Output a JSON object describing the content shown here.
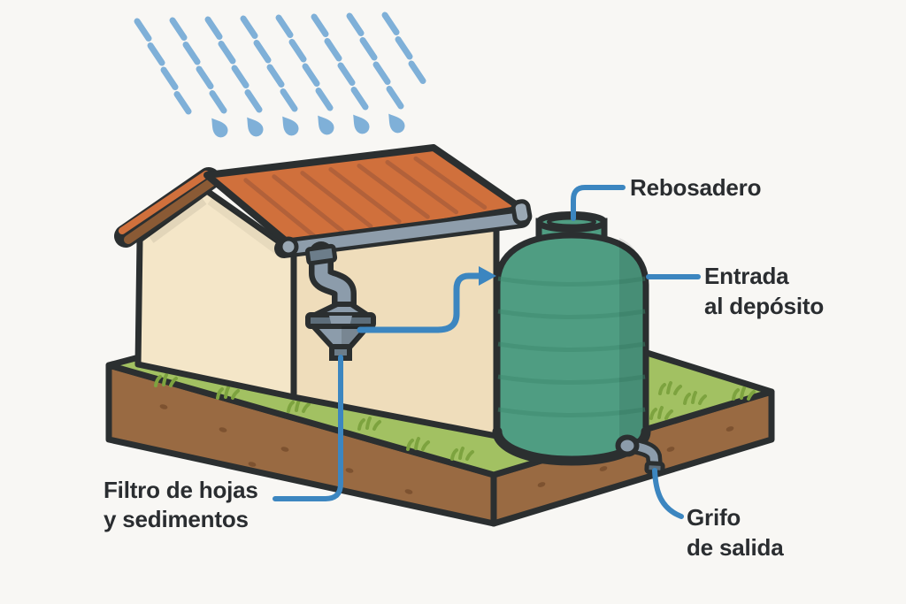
{
  "diagram": {
    "background": "#f8f7f4",
    "labels": {
      "overflow": {
        "text": "Rebosadero"
      },
      "inlet": {
        "line1": "Entrada",
        "line2": "al depósito"
      },
      "filter": {
        "line1": "Filtro de hojas",
        "line2": "y sedimentos"
      },
      "tap": {
        "line1": "Grifo",
        "line2": "de salida"
      }
    },
    "colors": {
      "connector_blue": "#3c86c0",
      "rain_blue": "#7fb0d8",
      "roof_orange": "#d0703c",
      "roof_tile_line": "#b2613a",
      "rake_brown": "#8a5a35",
      "wall_gable": "#f4e6c8",
      "wall_front": "#efddbb",
      "gutter_gray": "#8e9dab",
      "gutter_light": "#9aa8b4",
      "pipe_gray": "#8c9cab",
      "pipe_dark": "#6c7d8a",
      "funnel_dark": "#5d6d7a",
      "tank_green": "#4f9d82",
      "tank_green_dark": "#3e8a6e",
      "grass_green": "#a2c162",
      "grass_tuft": "#7da33f",
      "dirt_brown": "#996a42",
      "dirt_speckle": "#7d5230",
      "outline": "#2b2f30",
      "text": "#2a2d30"
    }
  }
}
